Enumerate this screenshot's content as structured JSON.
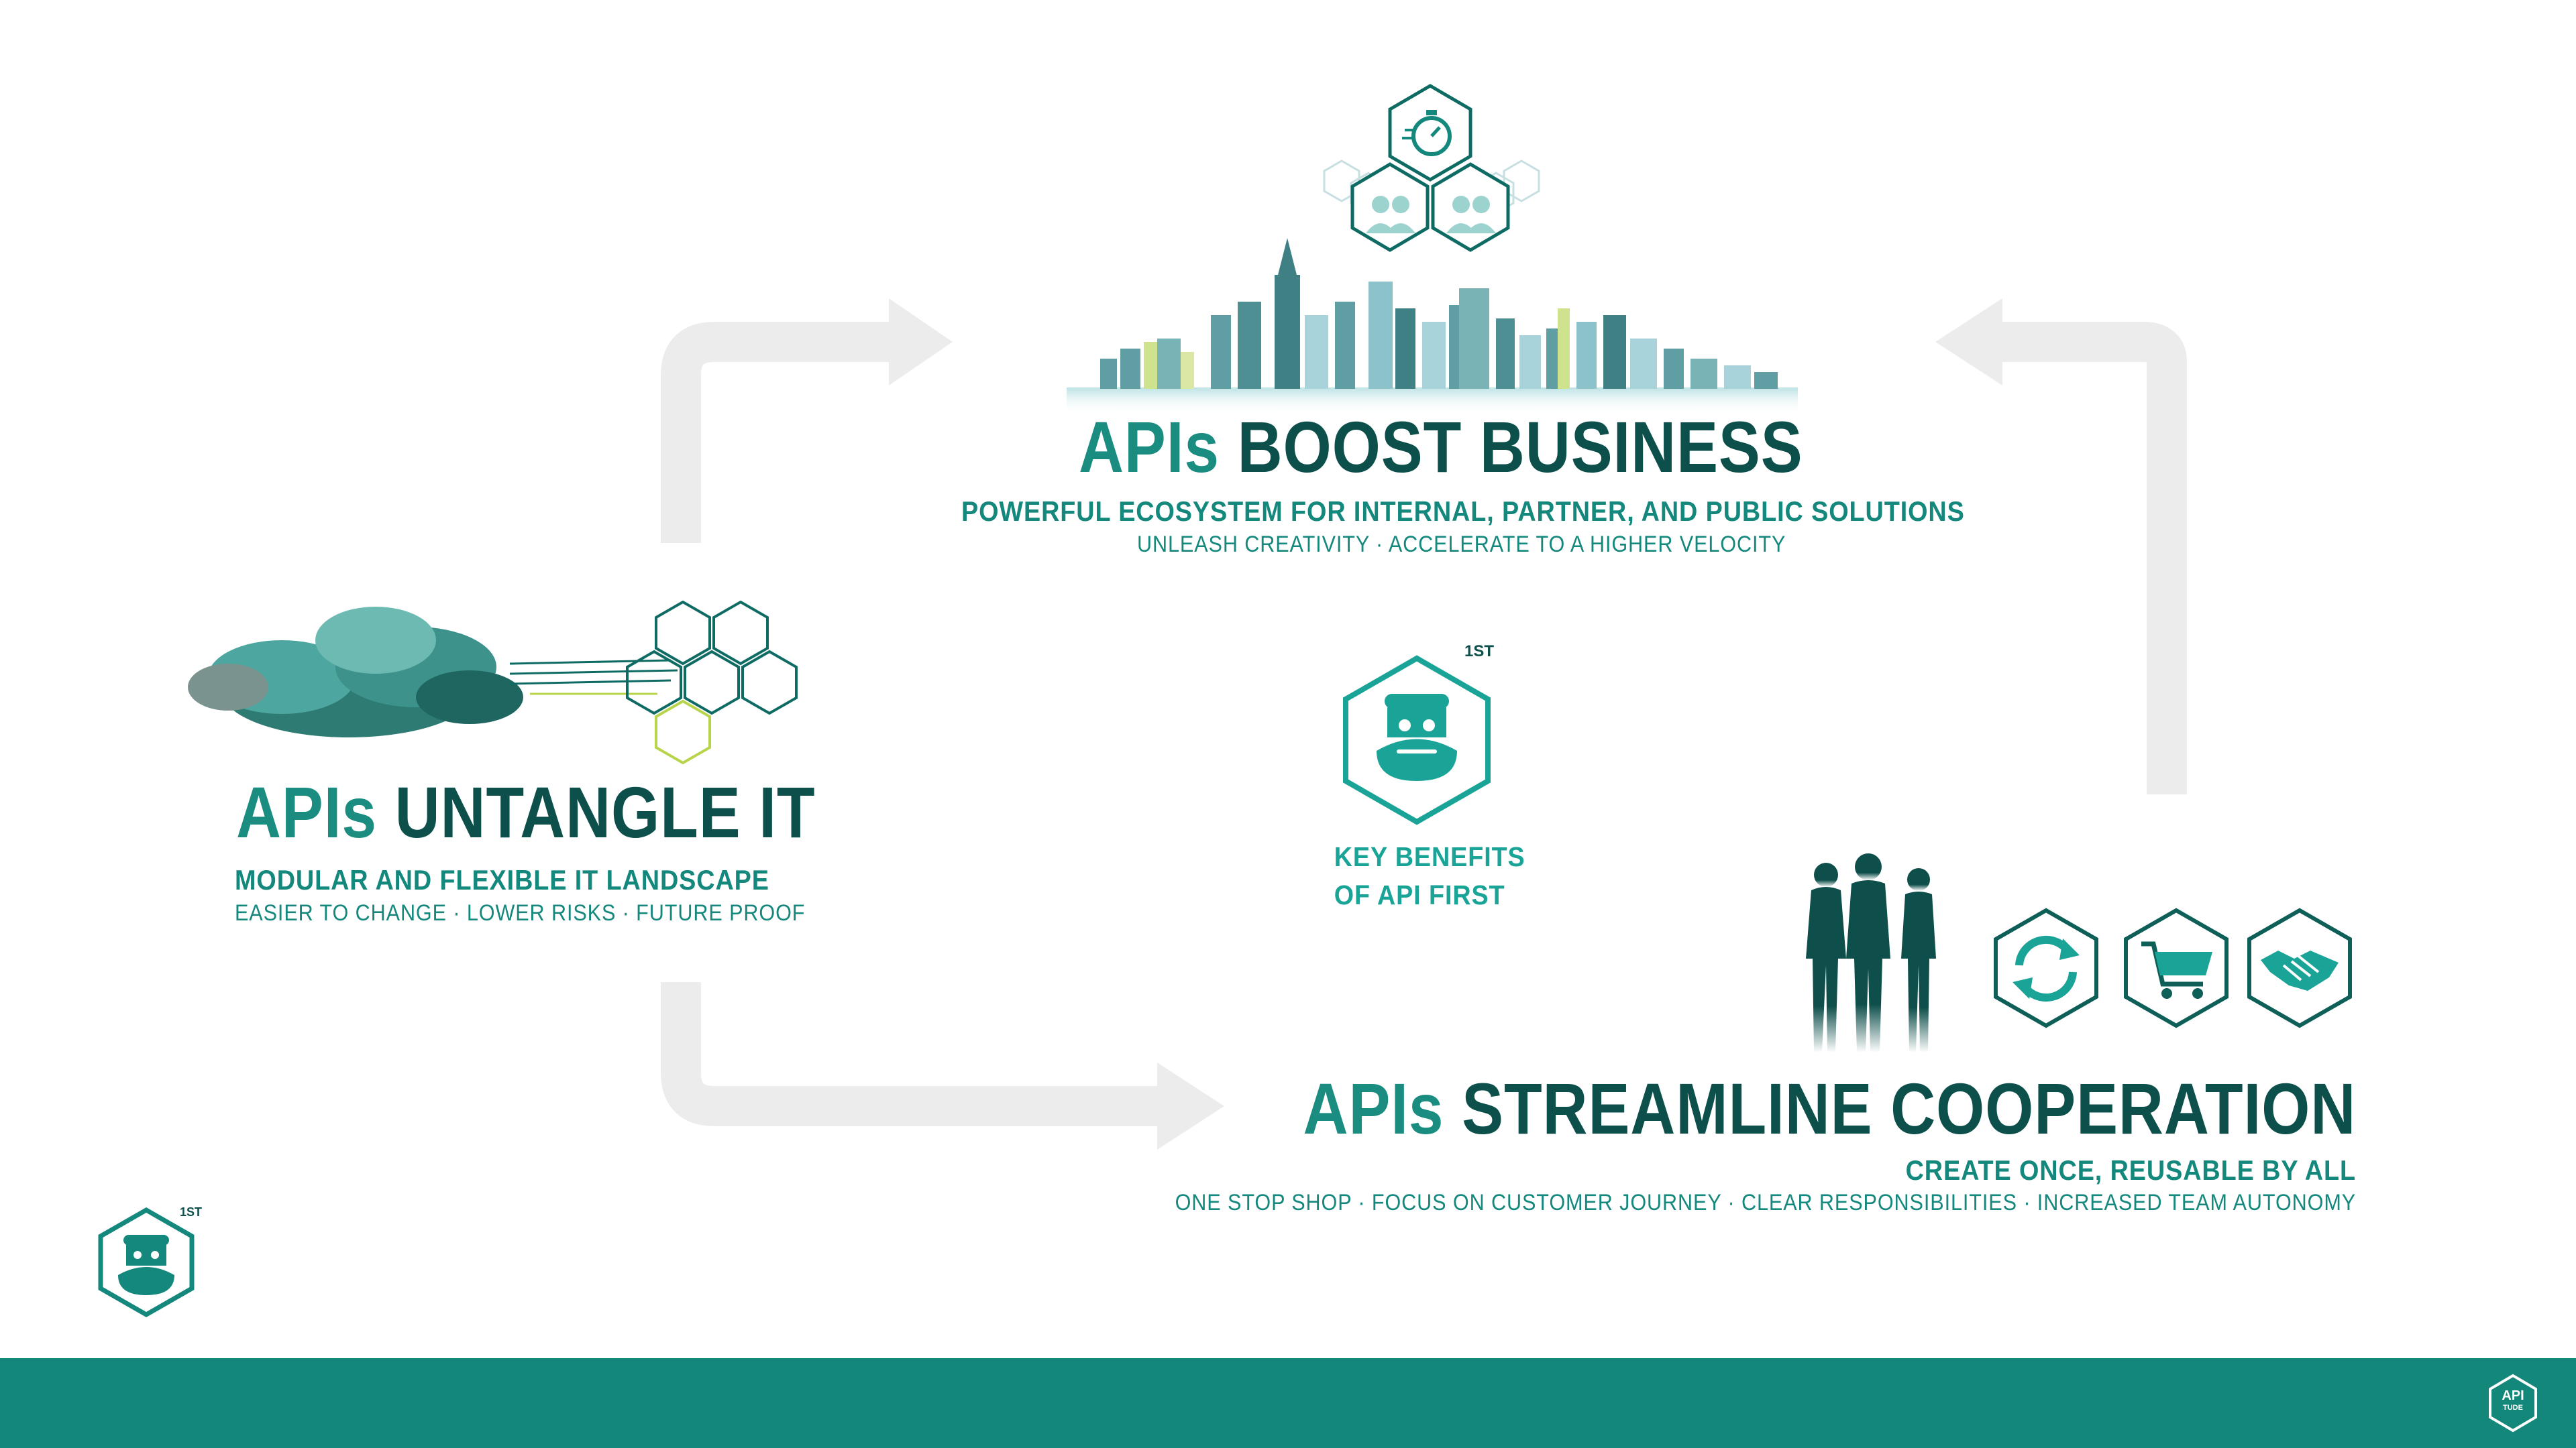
{
  "colors": {
    "brand_teal": "#12877a",
    "accent_teal": "#1a8c80",
    "dark_teal": "#0d4f4b",
    "lime": "#b7d44a",
    "arrow_gray": "#ececec"
  },
  "sections": {
    "boost": {
      "keyword": "APIs",
      "title": "BOOST BUSINESS",
      "subtitle": "POWERFUL ECOSYSTEM FOR INTERNAL, PARTNER, AND PUBLIC SOLUTIONS",
      "tagline": "UNLEASH CREATIVITY · ACCELERATE TO A HIGHER VELOCITY",
      "icons": [
        "stopwatch-icon",
        "people-icon",
        "people-icon"
      ]
    },
    "untangle": {
      "keyword": "APIs",
      "title": "UNTANGLE IT",
      "subtitle": "MODULAR AND FLEXIBLE IT LANDSCAPE",
      "tagline": "EASIER TO CHANGE · LOWER RISKS · FUTURE PROOF"
    },
    "cooperation": {
      "keyword": "APIs",
      "title": "STREAMLINE COOPERATION",
      "subtitle": "CREATE ONCE, REUSABLE BY ALL",
      "tagline": "ONE STOP SHOP · FOCUS ON CUSTOMER JOURNEY · CLEAR RESPONSIBILITIES · INCREASED TEAM AUTONOMY",
      "icons": [
        "refresh-icon",
        "shopping-cart-icon",
        "handshake-icon"
      ]
    }
  },
  "center": {
    "badge_superscript": "1ST",
    "label_line1": "KEY BENEFITS",
    "label_line2": "OF API FIRST"
  },
  "corner_logo": {
    "superscript": "1ST"
  },
  "footer": {
    "logo_line1": "API",
    "logo_line2": "TUDE"
  }
}
